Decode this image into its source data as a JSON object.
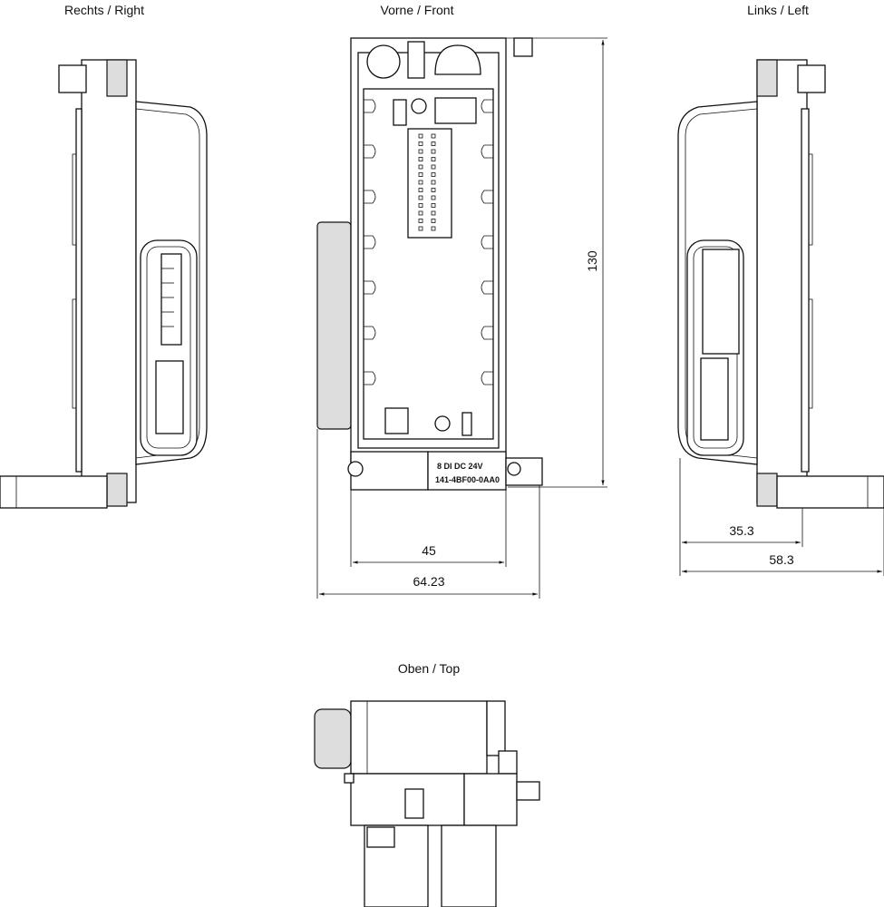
{
  "views": {
    "right": "Rechts / Right",
    "front": "Vorne / Front",
    "left": "Links / Left",
    "top": "Oben / Top"
  },
  "dimensions": {
    "height": "130",
    "inner_width": "45",
    "outer_width": "64.23",
    "depth_inner": "35.3",
    "depth_outer": "58.3"
  },
  "module_label": {
    "line1": "8 DI DC 24V",
    "line2": "141-4BF00-0AA0"
  }
}
